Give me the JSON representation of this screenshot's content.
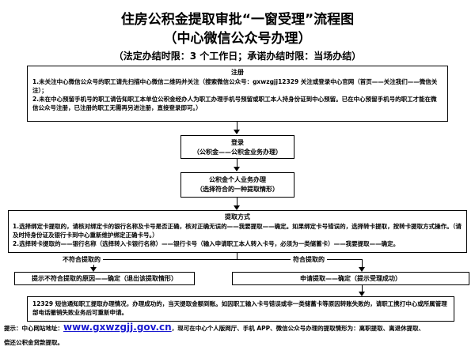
{
  "header": {
    "title": "住房公积金提取审批“一窗受理”流程图",
    "subtitle": "（中心微信公众号办理）",
    "timelimit": "（法定办结时限：3 个工作日；承诺办结时限：当场办结）"
  },
  "register": {
    "title": "注册",
    "line1": "1.未关注中心微信公众号的职工请先扫描中心微信二维码并关注（搜索微信公众号：gxwzgjj12329 关注或登录中心官网（首页——关注我们——微信关注）；",
    "line2": "2.未在中心预留手机号的职工请告知职工本单位公积金经办人为职工办理手机号预留或职工本人持身份证到中心预留。已在中心预留手机号的职工才能在微信公众号注册，已注册的职工无需再另进注册，直接登录即可。）"
  },
  "login": {
    "line1": "登录",
    "line2": "（公积金——公积金业务办理）"
  },
  "personal": {
    "line1": "公积金个人业务办理",
    "line2": "（选择符合的一种提取情形）"
  },
  "method": {
    "title": "提取方式",
    "line1": "1.选择绑定卡提取的，请核对绑定卡的银行名称及卡号是否正确，核对正确无误的——我要提取——确定。如果绑定卡号错误的，选择转卡提取，按转卡提取方式操作。（请及时持身份证及银行卡到中心重新维护绑定正确卡号。）",
    "line2": "2.选择转卡提取的——银行名称（选择转入卡银行名称）——银行卡号（输入申请职工本人转入卡号，必须为一类储蓄卡）——我要提取——确定。"
  },
  "branch": {
    "left_label": "不符合提取的",
    "right_label": "符合提取的",
    "left_box": "提示不符合提取的原因——确定（退出该提取情形）",
    "right_box": "申请提取——确定（提示受理成功）"
  },
  "sms": {
    "text": "12329 短信通知职工提取办理情况，办理成功的，当天提取金额到账。如因职工输入卡号错误或非一类储蓄卡等原因转账失败的，请职工携打中心或所属管理部电话撤销失败业务后可重新申请。"
  },
  "footer": {
    "prefix": "提示：中心网站地址：",
    "url": "www.gxwzgjj.gov.cn",
    "suffix": "，现可在中心个人版网厅、手机 APP、微信公众号办理的提取情形为：离职提取、离退休提取、",
    "line2": "偿还公积金贷款提取。"
  }
}
